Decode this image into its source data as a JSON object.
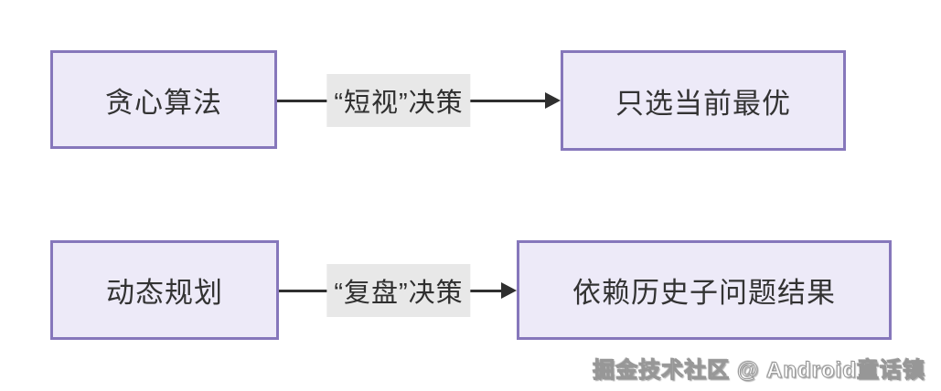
{
  "diagram": {
    "rows": [
      {
        "source": "贪心算法",
        "edge_label": "“短视”决策",
        "target": "只选当前最优"
      },
      {
        "source": "动态规划",
        "edge_label": "“复盘”决策",
        "target": "依赖历史子问题结果"
      }
    ]
  },
  "watermark": "掘金技术社区 @ Android童话镇",
  "colors": {
    "node_border": "#8677bb",
    "node_fill": "#edeaf8",
    "arrow": "#2f2f2f",
    "edge_label_bg": "#e8e8e8",
    "text": "#333333",
    "watermark_fill": "#ffffff",
    "watermark_outline": "#979797",
    "background": "#ffffff"
  }
}
